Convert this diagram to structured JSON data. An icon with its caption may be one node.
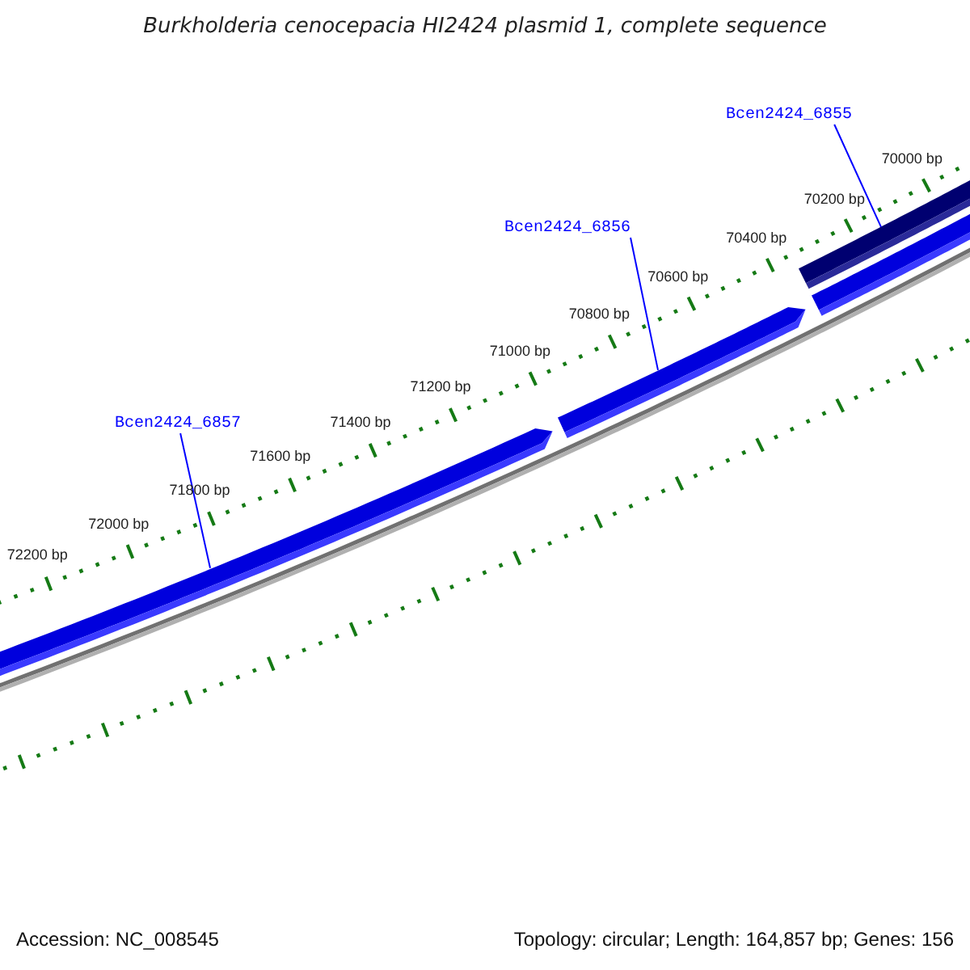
{
  "diagram": {
    "title": "Burkholderia cenocepacia HI2424 plasmid 1, complete sequence",
    "nodes": [
      {
        "text": [
          "Bcen2424_6855"
        ]
      },
      {
        "text": [
          "Bcen2424_6856"
        ]
      },
      {
        "text": [
          "Bcen2424_6857"
        ]
      },
      {
        "text": [],
        "shape": "bar"
      },
      {
        "text": [],
        "shape": "bar"
      },
      {
        "text": [],
        "shape": "arrow"
      },
      {
        "text": [],
        "shape": "arrow"
      }
    ],
    "edges": [
      {
        "from": 0,
        "to": 3,
        "arrow": "none"
      },
      {
        "from": 1,
        "to": 5,
        "arrow": "none"
      },
      {
        "from": 2,
        "to": 6,
        "arrow": "none"
      }
    ],
    "labels": [
      "70000 bp",
      "70200 bp",
      "70400 bp",
      "70600 bp",
      "70800 bp",
      "71000 bp",
      "71200 bp",
      "71400 bp",
      "71600 bp",
      "71800 bp",
      "72000 bp",
      "72200 bp",
      "Accession: NC_008545",
      "Topology: circular; Length: 164,857 bp; Genes: 156"
    ]
  }
}
